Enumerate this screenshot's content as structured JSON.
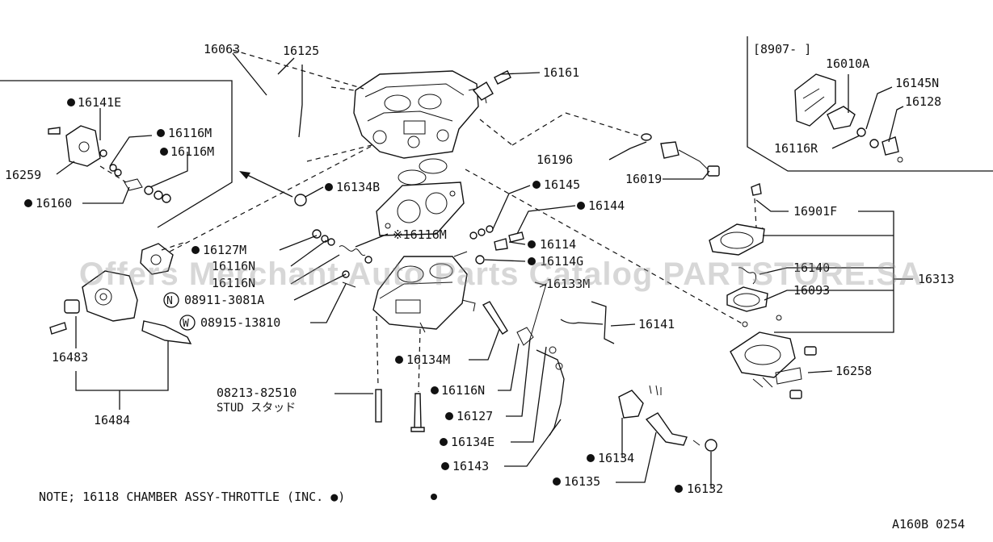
{
  "parts": {
    "p16063": "16063",
    "p16125": "16125",
    "p16161": "16161",
    "p16141E": "16141E",
    "p16116M_a": "16116M",
    "p16116M_b": "16116M",
    "p16259": "16259",
    "p16160": "16160",
    "p16134B": "16134B",
    "p16196": "16196",
    "p16019": "16019",
    "p16145": "16145",
    "p16144": "16144",
    "p16116M_star": "※16116M",
    "p16127M": "16127M",
    "p16116N_a": "16116N",
    "p16116N_b": "16116N",
    "p16114": "16114",
    "p16114G": "16114G",
    "p16133M": "16133M",
    "n08911": "08911-3081A",
    "w08915": "08915-13810",
    "p16141": "16141",
    "p16483": "16483",
    "p16484": "16484",
    "p16134M": "16134M",
    "stud_no": "08213-82510",
    "stud_label": "STUD スタッド",
    "p16127": "16127",
    "p16134E": "16134E",
    "p16143": "16143",
    "p16134": "16134",
    "p16135": "16135",
    "p16132": "16132",
    "p16901F": "16901F",
    "p16140": "16140",
    "p16093": "16093",
    "p16313": "16313",
    "p16258": "16258",
    "p16010A": "16010A",
    "p16145N": "16145N",
    "p16128": "16128",
    "p16116R": "16116R"
  },
  "inset_date": "[8907-  ]",
  "note": "NOTE; 16118 CHAMBER ASSY-THROTTLE (INC. ●)",
  "ref_code": "A160B 0254",
  "watermark": "Offers Merchant Auto Parts Catalog PARTSTORE.SA",
  "circle_n": "N",
  "circle_w": "W"
}
